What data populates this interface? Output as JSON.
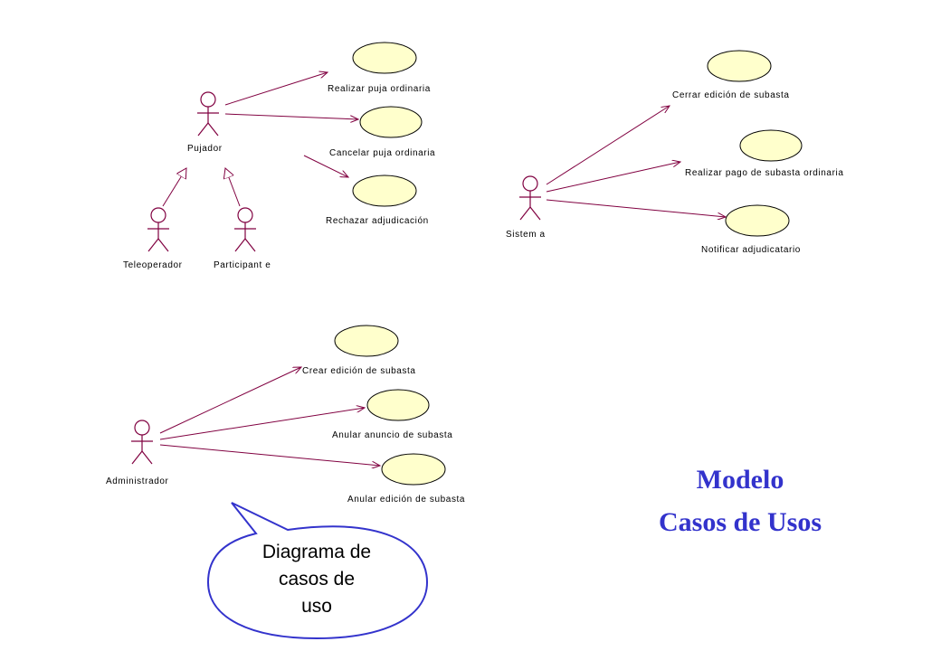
{
  "title": {
    "line1": "Modelo",
    "line2": "Casos de Usos",
    "color": "#3333cc"
  },
  "callout": {
    "line1": "Diagrama de",
    "line2": "casos de",
    "line3": "uso",
    "border_color": "#3333cc"
  },
  "colors": {
    "usecase_fill": "#ffffcc",
    "line": "#800040",
    "actor": "#800040"
  },
  "actors": {
    "pujador": "Pujador",
    "teleoperador": "Teleoperador",
    "participante": "Participant e",
    "sistema": "Sistem a",
    "administrador": "Administrador"
  },
  "usecases": {
    "realizar_puja": "Realizar puja ordinaria",
    "cancelar_puja": "Cancelar puja ordinaria",
    "rechazar_adjudicacion": "Rechazar adjudicación",
    "cerrar_edicion": "Cerrar edición de subasta",
    "realizar_pago": "Realizar pago de subasta ordinaria",
    "notificar": "Notificar adjudicatario",
    "crear_edicion": "Crear edición de subasta",
    "anular_anuncio": "Anular anuncio de subasta",
    "anular_edicion": "Anular edición de subasta"
  }
}
